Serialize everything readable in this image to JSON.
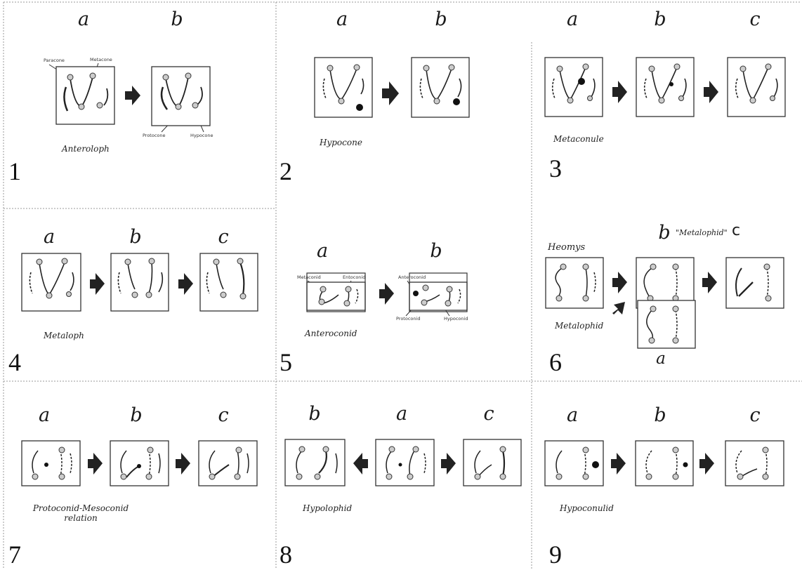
{
  "panels": [
    {
      "number": "1",
      "caption": "Anteroloph",
      "labels": [
        "a",
        "b"
      ],
      "cusp_labels": [
        "Paracone",
        "Metacone",
        "Protocone",
        "Hypocone"
      ]
    },
    {
      "number": "2",
      "caption": "Hypocone",
      "labels": [
        "a",
        "b"
      ]
    },
    {
      "number": "3",
      "caption": "Metaconule",
      "labels": [
        "a",
        "b",
        "c"
      ]
    },
    {
      "number": "4",
      "caption": "Metaloph",
      "labels": [
        "a",
        "b",
        "c"
      ]
    },
    {
      "number": "5",
      "caption": "Anteroconid",
      "labels": [
        "a",
        "b"
      ],
      "cusp_labels": [
        "Metaconid",
        "Entoconid",
        "Anteroconid",
        "Protoconid",
        "Hypoconid"
      ]
    },
    {
      "number": "6",
      "caption": "Metalophid",
      "labels": [
        "Heomys",
        "b",
        "c",
        "a"
      ],
      "quote": "\"Metalophid\""
    },
    {
      "number": "7",
      "caption_line1": "Protoconid-Mesoconid",
      "caption_line2": "relation",
      "labels": [
        "a",
        "b",
        "c"
      ]
    },
    {
      "number": "8",
      "caption": "Hypolophid",
      "labels": [
        "b",
        "a",
        "c"
      ]
    },
    {
      "number": "9",
      "caption": "Hypoconulid",
      "labels": [
        "a",
        "b",
        "c"
      ]
    }
  ]
}
